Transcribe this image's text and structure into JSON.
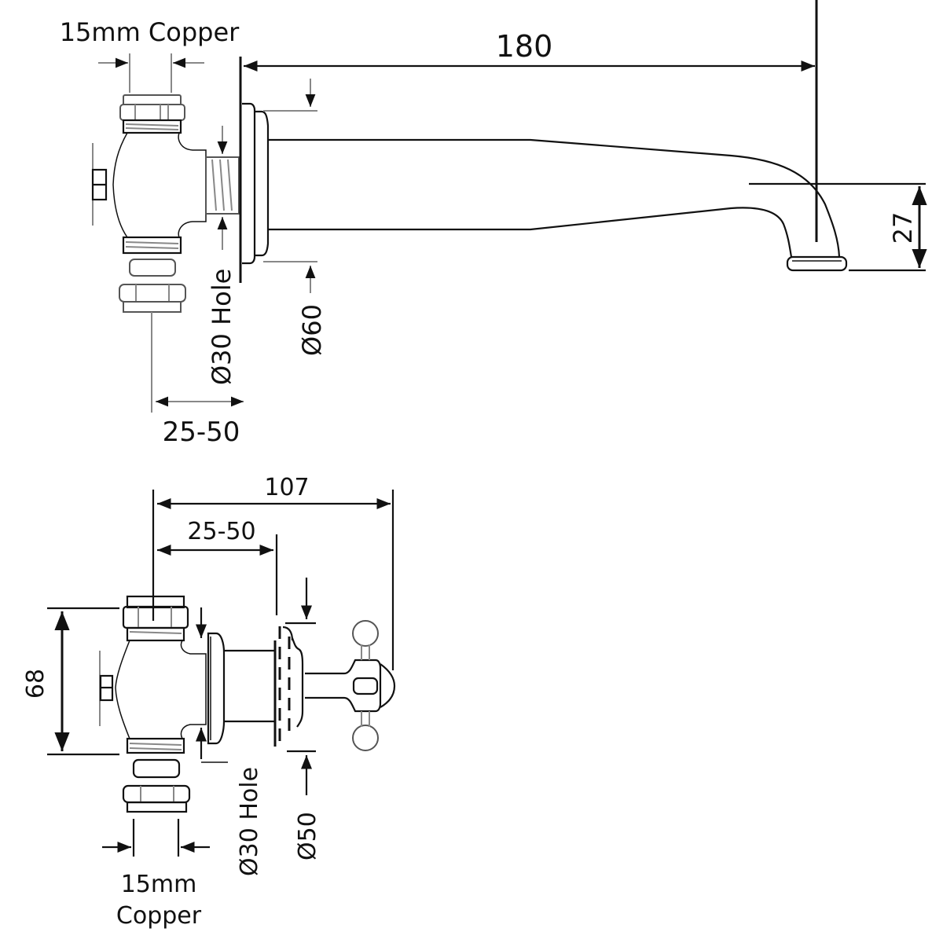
{
  "drawing": {
    "title": "Wall-mounted bath spout and concealed valve technical drawing",
    "units": "mm",
    "colors": {
      "line": "#111111",
      "background": "#ffffff",
      "secondary_line": "#888888"
    }
  },
  "spout_view": {
    "pipe_label": "15mm Copper",
    "length_label": "180",
    "height_label": "27",
    "hole_label": "Ø30 Hole",
    "flange_label": "Ø60",
    "depth_label": "25-50"
  },
  "valve_view": {
    "overall_label": "107",
    "depth_label": "25-50",
    "height_label": "68",
    "hole_label": "Ø30 Hole",
    "flange_label": "Ø50",
    "pipe_label_line1": "15mm",
    "pipe_label_line2": "Copper"
  }
}
